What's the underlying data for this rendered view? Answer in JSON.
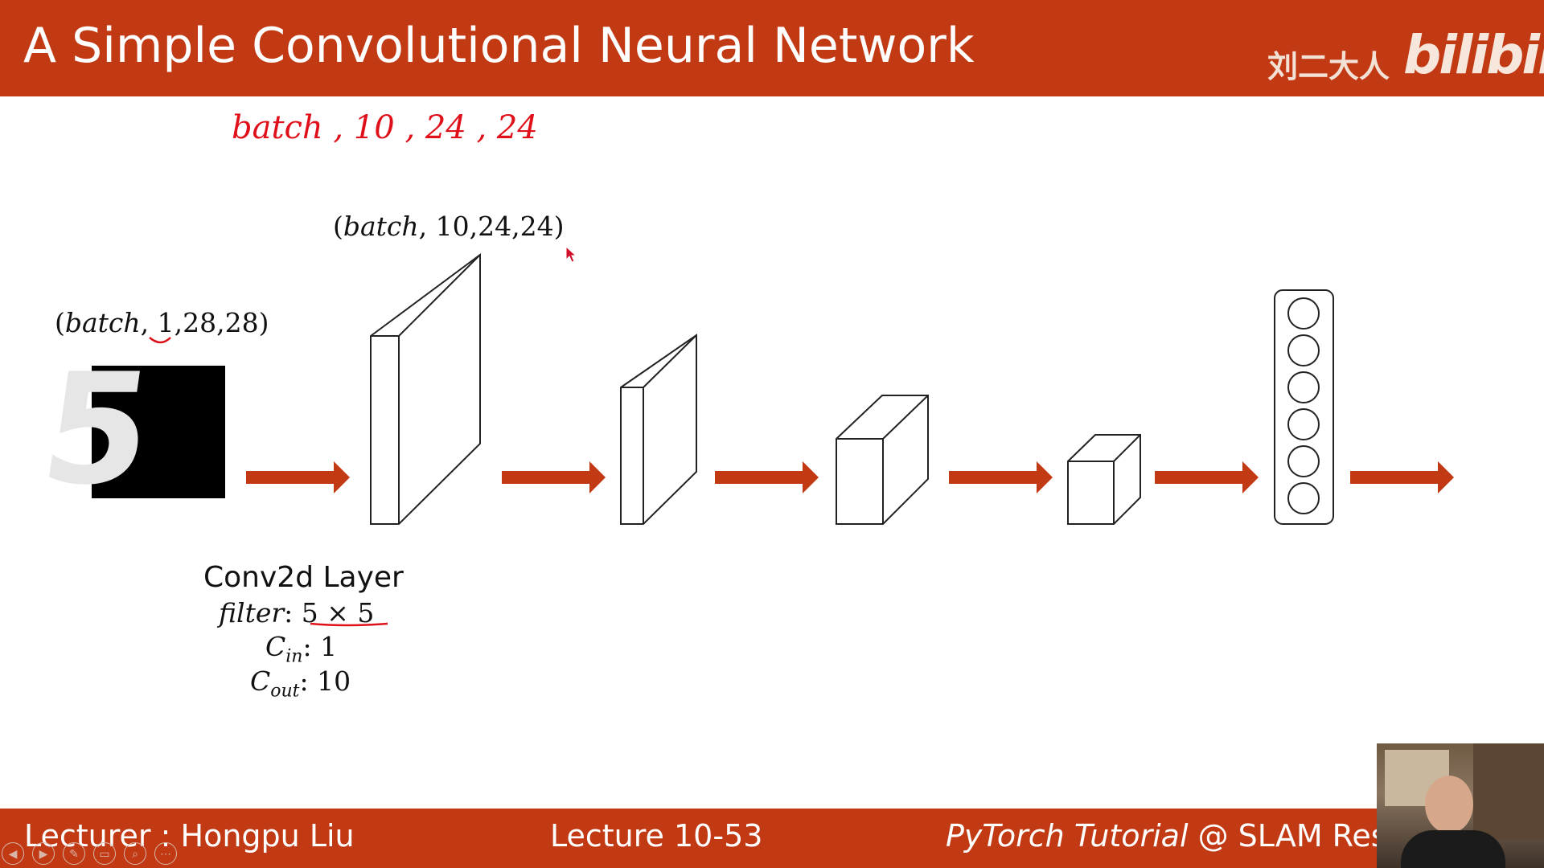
{
  "slide": {
    "title": "A Simple Convolutional Neural Network",
    "brand_author": "刘二大人",
    "brand_logo": "bilibili"
  },
  "annotations": {
    "handwritten_shape": "batch , 10 , 24 , 24"
  },
  "diagram": {
    "input_shape": {
      "prefix": "(",
      "batch": "batch",
      "rest": ", 1,28,28)"
    },
    "conv_output_shape": {
      "prefix": "(",
      "batch": "batch",
      "rest": ", 10,24,24)"
    },
    "layer_name": "Conv2d Layer",
    "filter_label": "filter",
    "filter_value": ": 5 × 5",
    "cin_label": "C",
    "cin_sub": "in",
    "cin_value": ": 1",
    "cout_label": "C",
    "cout_sub": "out",
    "cout_value": ": 10",
    "input_digit": "5",
    "arrow_color": "#c23a13",
    "neuron_count": 6
  },
  "footer": {
    "lecturer": "Lecturer : Hongpu Liu",
    "lecture": "Lecture 10-53",
    "course_italic": "PyTorch Tutorial",
    "course_rest": " @ SLAM Resea"
  },
  "player_controls": [
    "prev-icon",
    "play-icon",
    "pen-icon",
    "screen-icon",
    "zoom-icon",
    "more-icon"
  ],
  "colors": {
    "header_bg": "#c23a13",
    "footer_bg": "#c23a13",
    "ink": "#e0101a"
  }
}
